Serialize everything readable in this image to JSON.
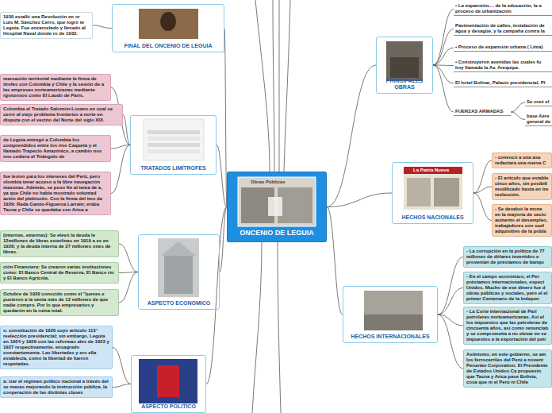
{
  "diagram": {
    "nodes": [
      {
        "text": [
          "ONCENIO DE LEGUIA"
        ]
      },
      {
        "text": [
          "FINAL DEL ONCENIO DE LEGUIA"
        ]
      },
      {
        "text": [
          "1930 estalló una Revolución en or Luis M. Sánchez Cerro, que logró te Leguía. Fue encarcelado y llevado al Hospital Naval donde ro de 1932."
        ]
      },
      {
        "text": [
          "TRATADOS LIMÍTROFES"
        ]
      },
      {
        "text": [
          "marcación territorial mediante la firma de ítrofes con Colombia y Chile y la sesión de a las empresas norteamericanas mediante rgonzosos como El Laudo de París."
        ]
      },
      {
        "text": [
          "Colombia el Tratado Salomón-Lozano en cual se cerró al viejo problema fronterizo a norte en disputa con el vecino del Norte del siglo XIX."
        ]
      },
      {
        "text": [
          "de Leguía entregó a Colombia los comprendidos entre los ríos Caquetá y el llamado Trapecio Amazónico, a cambio nos nos cediera el Triángulo de"
        ]
      },
      {
        "text": [
          "fue lesivo para los intereses del Perú, pero olombia tener acceso a la libre navegación mazonas. Además, se puso fin al tema de a, ya que Chile no había mostrado voluntad ación del plebiscito. Con la firma del imo de 1929: Rada Gamio-Figueroa Larraín; eraba Tacna y Chile se quedaba con Arica a"
        ]
      },
      {
        "text": [
          "ASPECTO ECONOMICO"
        ]
      },
      {
        "text": [
          "(internas, externas): Se elevó la deuda le 12millones de libras esterlinas en 1919 a es en 1929; y la deuda interna de 27 millones ones de libras."
        ]
      },
      {
        "text": [
          "ción Financiera: Se crearon varias instituciones como: El Banco Central de Reserva, El Banco rio y El Banco Agrícola."
        ]
      },
      {
        "text": [
          "Octubre de 1929 conocido como el \"jueves e pusieron a la venta más de 12 millones de que nadie compro. Por lo que empresarios y quedarón en la ruina total."
        ]
      },
      {
        "text": [
          "ASPECTO POLITICO"
        ]
      },
      {
        "text": [
          "s: constitución de 1920 cuyo artículo 113° reelección presidencial; sin embargo, Leguía en 1924 y 1929 con las reformas ales de 1923 y 1927 respectivamente. ensagrado constantemente. Las libertades y ero ella establecía, como la libertad de fueron respetadas."
        ]
      },
      {
        "text": [
          "a: izar el régimen político nacional a través del se masas mejorando la instrucción pública, la cooperación de las distintas clases"
        ]
      },
      {
        "text": [
          "PRINCIPALES OBRAS"
        ]
      },
      {
        "text": [
          "• La expansión.... de la educación, la a proceso de urbanización"
        ]
      },
      {
        "text": [
          "Pavimentación de calles, instalación de agua y desagüe, y la campaña contra la"
        ]
      },
      {
        "text": [
          "• Proceso de expansión urbana ( Lima)"
        ]
      },
      {
        "text": [
          "• Construyeron avenidas las cuales fu hoy llamada la Av. Arequipa."
        ]
      },
      {
        "text": [
          "El hotel Bolívar, Palacio presidencial, Pl"
        ]
      },
      {
        "text": [
          "FUERZAS ARMADAS"
        ]
      },
      {
        "text": [
          "Se creó el"
        ]
      },
      {
        "text": [
          "base Aére general de"
        ]
      },
      {
        "text": [
          "HECHOS NACIONALES"
        ]
      },
      {
        "text": [
          "- convocó a una asa redactara una nueva C"
        ]
      },
      {
        "text": [
          "- El artículo que estable cinco años, sin posibili modificado hasta en tre reelección."
        ]
      },
      {
        "text": [
          "- Se devaluó la mone en la mayoría de secto aumento el desempleo, trabajadores con suel adquisitivo de la pobla"
        ]
      },
      {
        "text": [
          "HECHOS INTERNACIONALES"
        ]
      },
      {
        "text": [
          "- La corrupción en la política de 77 millones de dólares invertidos e provenían de préstamos de banqu"
        ]
      },
      {
        "text": [
          "- En el campo económico, el Per préstamos internacionales, especi Unidos. Mucho de ese dinero fue d obras públicas y sociales, pero el el primer Centenario de la Indepen"
        ]
      },
      {
        "text": [
          "- La Corte internacional de Parí petroleras norteamericanas. Así el los impuestos que las petroleras de cincuenta años, así como renunciab y se comprometía a no elevar en ve impuestos a la exportación del petr"
        ]
      },
      {
        "text": [
          "Asimismo, en este gobierno, se am los ferrocarriles del Perú a novent Peruvian Corporation. El Presidente de Estados Unidos Ca propuesto que Tacna y Arica pase Bolivia, cosa que ni el Perú ni Chile"
        ]
      }
    ],
    "edges": [
      {
        "from": 0,
        "to": 1,
        "arrow": "none"
      },
      {
        "from": 1,
        "to": 2,
        "arrow": "none"
      },
      {
        "from": 0,
        "to": 3,
        "arrow": "none"
      },
      {
        "from": 3,
        "to": 4,
        "arrow": "none"
      },
      {
        "from": 3,
        "to": 5,
        "arrow": "none"
      },
      {
        "from": 3,
        "to": 6,
        "arrow": "none"
      },
      {
        "from": 3,
        "to": 7,
        "arrow": "none"
      },
      {
        "from": 0,
        "to": 8,
        "arrow": "none"
      },
      {
        "from": 8,
        "to": 9,
        "arrow": "none"
      },
      {
        "from": 8,
        "to": 10,
        "arrow": "none"
      },
      {
        "from": 8,
        "to": 11,
        "arrow": "none"
      },
      {
        "from": 0,
        "to": 12,
        "arrow": "none"
      },
      {
        "from": 12,
        "to": 13,
        "arrow": "none"
      },
      {
        "from": 12,
        "to": 14,
        "arrow": "none"
      },
      {
        "from": 0,
        "to": 15,
        "arrow": "none"
      },
      {
        "from": 15,
        "to": 16,
        "arrow": "none"
      },
      {
        "from": 15,
        "to": 17,
        "arrow": "none"
      },
      {
        "from": 15,
        "to": 18,
        "arrow": "none"
      },
      {
        "from": 15,
        "to": 19,
        "arrow": "none"
      },
      {
        "from": 15,
        "to": 20,
        "arrow": "none"
      },
      {
        "from": 15,
        "to": 21,
        "arrow": "none"
      },
      {
        "from": 21,
        "to": 22,
        "arrow": "none"
      },
      {
        "from": 21,
        "to": 23,
        "arrow": "none"
      },
      {
        "from": 0,
        "to": 24,
        "arrow": "none"
      },
      {
        "from": 24,
        "to": 25,
        "arrow": "none"
      },
      {
        "from": 24,
        "to": 26,
        "arrow": "none"
      },
      {
        "from": 24,
        "to": 27,
        "arrow": "none"
      },
      {
        "from": 0,
        "to": 28,
        "arrow": "none"
      },
      {
        "from": 28,
        "to": 29,
        "arrow": "none"
      },
      {
        "from": 28,
        "to": 30,
        "arrow": "none"
      },
      {
        "from": 28,
        "to": 31,
        "arrow": "none"
      },
      {
        "from": 28,
        "to": 32,
        "arrow": "none"
      }
    ],
    "labels": [
      "Obras Públicas",
      "La Patria Nueva"
    ]
  }
}
